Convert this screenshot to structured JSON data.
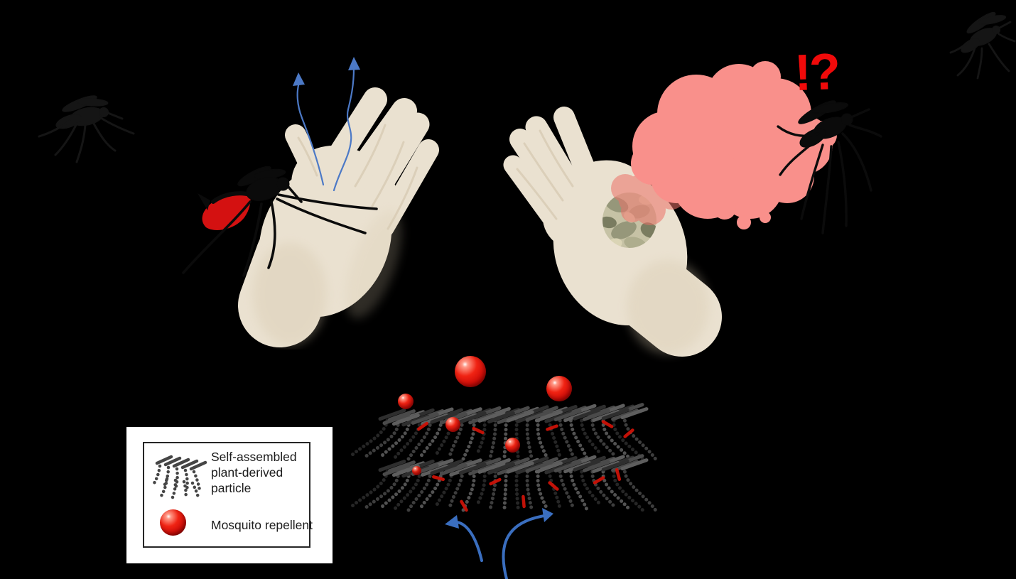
{
  "figure": {
    "kind": "graphical-abstract",
    "alert_text": "!?",
    "legend": {
      "items": [
        {
          "icon": "particle-cluster-icon",
          "label": "Self-assembled plant-derived particle"
        },
        {
          "icon": "repellent-sphere-icon",
          "label": "Mosquito repellent"
        }
      ]
    }
  },
  "colors": {
    "background": "#000000",
    "hand": "#eae1d0",
    "hand_shadow": "#d6c7ac",
    "mosquito_black": "#0b0b0b",
    "mosquito_faint": "#151515",
    "blood_red": "#d41111",
    "repellent_red": "#ee1c10",
    "vapor_pink": "#f9908b",
    "vapor_red": "#ec7168",
    "arrow_blue_thin": "#4c79c6",
    "arrow_blue_thick": "#3a6ebf",
    "alert_red": "#f00a0a",
    "particle_dark": "#3d3d3d",
    "camo_base": "#c3bfa0",
    "camo_olive": "#8d9070",
    "camo_dark": "#6e7254",
    "camo_light": "#d9d3b2",
    "camo_mid": "#a8a886",
    "legend_border": "#262626",
    "legend_background": "#ffffff",
    "legend_text": "#1c1c1c"
  }
}
